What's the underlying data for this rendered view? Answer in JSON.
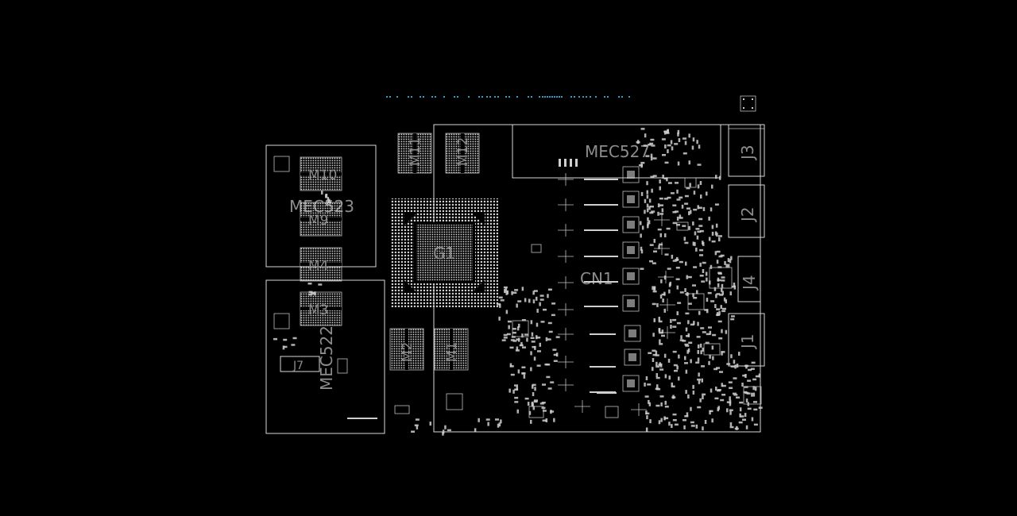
{
  "labels": {
    "mec527": "MEC527",
    "mec523": "MEC523",
    "mec522": "MEC522",
    "g1": "G1",
    "cn1": "CN1",
    "m1": "M1",
    "m2": "M2",
    "m3": "M3",
    "m4": "M4",
    "m9": "M9",
    "m10": "M10",
    "m11": "M11",
    "m12": "M12",
    "j1": "J1",
    "j2": "J2",
    "j3": "J3",
    "j4": "J4",
    "j7": "J7"
  },
  "colors": {
    "background": "#000000",
    "outline": "#d9d9d9",
    "label": "#8c8c8c",
    "testpoint": "#2aa0c8"
  }
}
